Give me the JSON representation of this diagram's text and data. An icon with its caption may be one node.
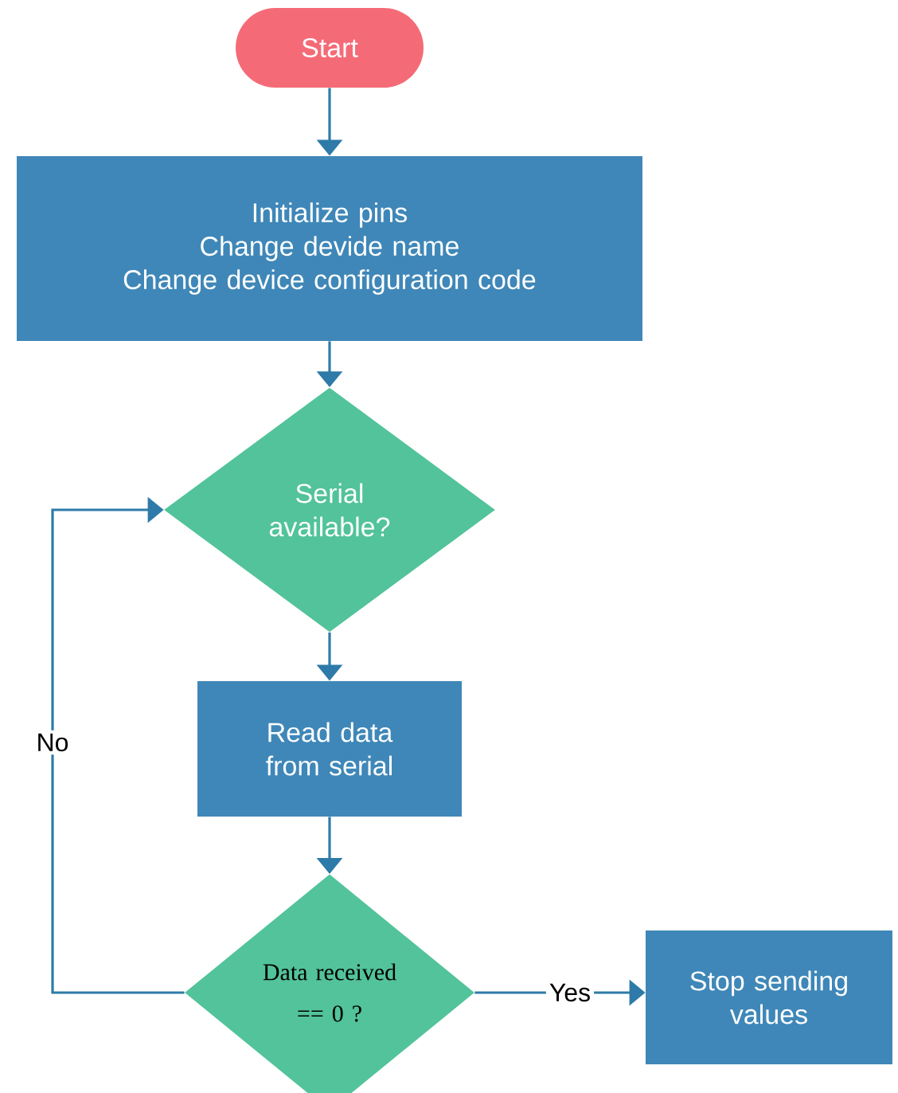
{
  "diagram": {
    "nodes": [
      {
        "text": [
          "Start"
        ]
      },
      {
        "text": [
          "Initialize pins",
          "Change devide name",
          "Change device configuration code"
        ]
      },
      {
        "text": [
          "Serial available?"
        ]
      },
      {
        "text": [
          "Read data from serial"
        ]
      },
      {
        "text": [
          "Data received == 0 ?"
        ]
      },
      {
        "text": [
          "Stop sending values"
        ]
      }
    ],
    "edges": [
      {
        "from": 0,
        "to": 1,
        "arrow": "to"
      },
      {
        "from": 1,
        "to": 2,
        "arrow": "to"
      },
      {
        "from": 2,
        "to": 3,
        "arrow": "to"
      },
      {
        "from": 3,
        "to": 4,
        "arrow": "to"
      },
      {
        "from": 4,
        "to": 2,
        "arrow": "to",
        "label": "No"
      },
      {
        "from": 4,
        "to": 5,
        "arrow": "to",
        "label": "Yes"
      }
    ]
  }
}
